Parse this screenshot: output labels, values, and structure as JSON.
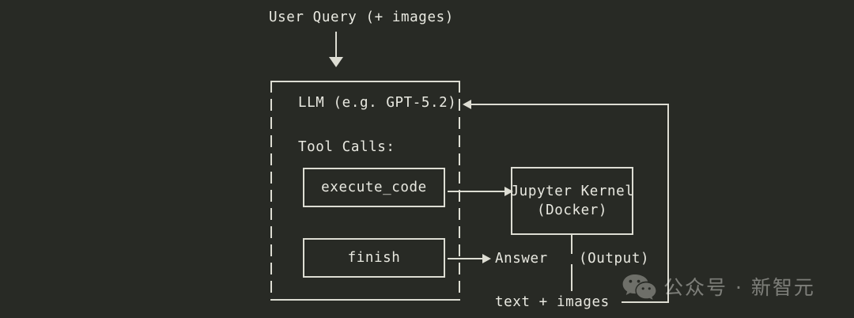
{
  "diagram": {
    "title": "LLM agent tool-calling loop",
    "background_color": "#282a25",
    "line_color": "#ddddd3",
    "text_color": "#e9e9e1",
    "input": {
      "label": "User Query (+ images)"
    },
    "llm_box": {
      "title": "LLM (e.g. GPT-5.2)",
      "section_label": "Tool Calls:",
      "tools": [
        {
          "name": "execute_code"
        },
        {
          "name": "finish"
        }
      ]
    },
    "kernel_box": {
      "line1": "Jupyter Kernel",
      "line2": "(Docker)"
    },
    "outputs": {
      "answer": "Answer",
      "output": "(Output)",
      "feedback": "text + images"
    }
  },
  "watermark": {
    "text": "公众号 · 新智元",
    "icon": "wechat-icon"
  }
}
